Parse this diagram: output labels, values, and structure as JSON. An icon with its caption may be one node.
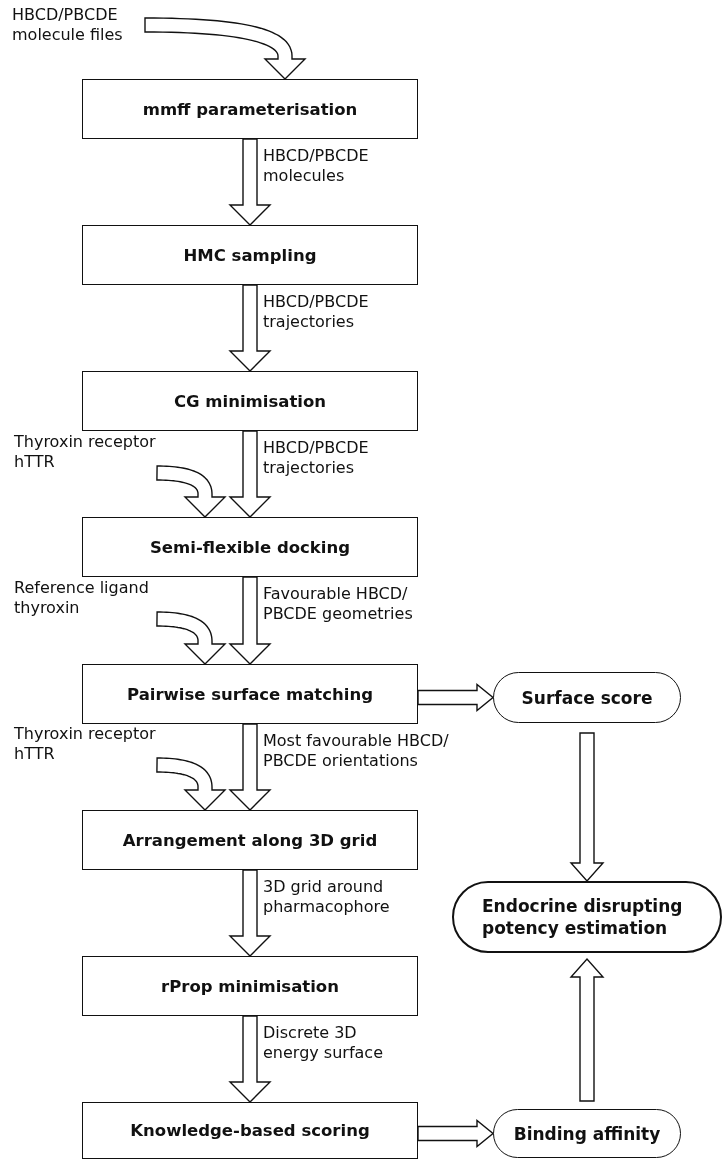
{
  "diagram": {
    "nodes": [
      {
        "text": [
          "HBCD/PBCDE molecule files"
        ]
      },
      {
        "text": [
          "mmff parameterisation"
        ]
      },
      {
        "text": [
          "HMC sampling"
        ]
      },
      {
        "text": [
          "CG minimisation"
        ]
      },
      {
        "text": [
          "Thyroxin receptor hTTR"
        ]
      },
      {
        "text": [
          "Semi-flexible docking"
        ]
      },
      {
        "text": [
          "Reference ligand thyroxin"
        ]
      },
      {
        "text": [
          "Pairwise surface matching"
        ]
      },
      {
        "text": [
          "Surface score"
        ]
      },
      {
        "text": [
          "Thyroxin receptor hTTR"
        ]
      },
      {
        "text": [
          "Arrangement along 3D grid"
        ]
      },
      {
        "text": [
          "Endocrine disrupting potency estimation"
        ]
      },
      {
        "text": [
          "rProp minimisation"
        ]
      },
      {
        "text": [
          "Knowledge-based scoring"
        ]
      },
      {
        "text": [
          "Binding affinity"
        ]
      }
    ],
    "edges": [
      {
        "from": 0,
        "to": 1,
        "arrow": "to"
      },
      {
        "from": 1,
        "to": 2,
        "arrow": "to",
        "label": "HBCD/PBCDE molecules"
      },
      {
        "from": 2,
        "to": 3,
        "arrow": "to",
        "label": "HBCD/PBCDE trajectories"
      },
      {
        "from": 4,
        "to": 5,
        "arrow": "to"
      },
      {
        "from": 3,
        "to": 5,
        "arrow": "to",
        "label": "HBCD/PBCDE trajectories"
      },
      {
        "from": 6,
        "to": 7,
        "arrow": "to"
      },
      {
        "from": 5,
        "to": 7,
        "arrow": "to",
        "label": "Favourable HBCD/ PBCDE geometries"
      },
      {
        "from": 7,
        "to": 8,
        "arrow": "to"
      },
      {
        "from": 9,
        "to": 10,
        "arrow": "to"
      },
      {
        "from": 7,
        "to": 10,
        "arrow": "to",
        "label": "Most favourable HBCD/ PBCDE orientations"
      },
      {
        "from": 8,
        "to": 11,
        "arrow": "to"
      },
      {
        "from": 10,
        "to": 12,
        "arrow": "to",
        "label": "3D grid around pharmacophore"
      },
      {
        "from": 12,
        "to": 13,
        "arrow": "to",
        "label": "Discrete 3D energy surface"
      },
      {
        "from": 13,
        "to": 14,
        "arrow": "to"
      },
      {
        "from": 14,
        "to": 11,
        "arrow": "to"
      }
    ]
  }
}
